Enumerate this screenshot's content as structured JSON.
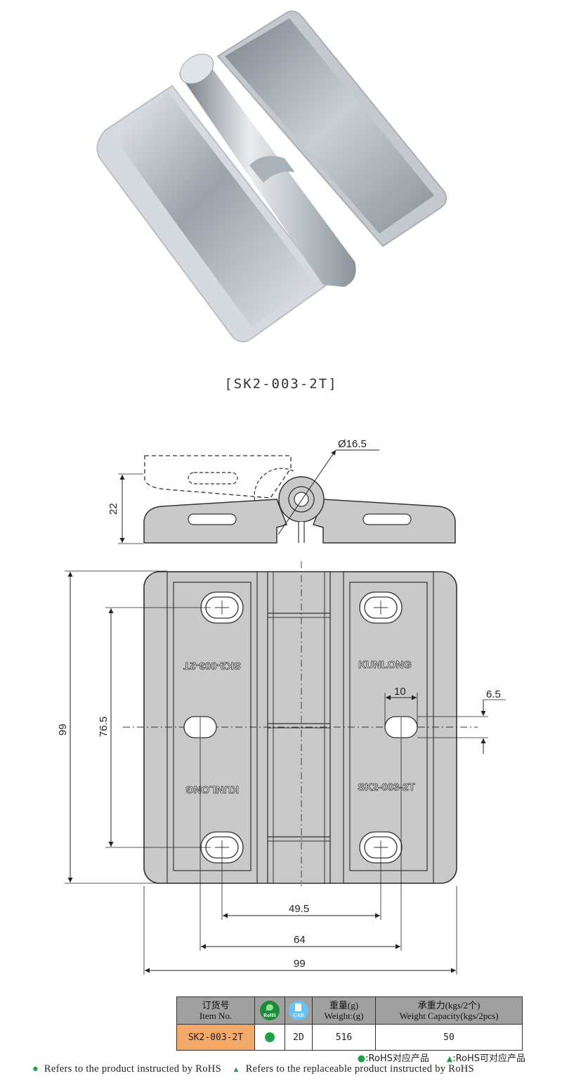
{
  "product": {
    "caption": "[SK2-003-2T]"
  },
  "drawing": {
    "dims": {
      "diameter": "Ø16.5",
      "height": "22",
      "overall_height": "99",
      "hole_spacing_v": "76.5",
      "slot_length": "10",
      "slot_width": "6.5",
      "hole_spacing_inner": "49.5",
      "hole_spacing_outer": "64",
      "overall_width": "99"
    },
    "markings": {
      "brand": "KUNLONG",
      "model": "SK2-003-2T"
    }
  },
  "table": {
    "headers": {
      "item_cn": "订货号",
      "item_en": "Item No.",
      "rohs_icon": "RoHS",
      "cad_icon": "CAD",
      "weight_cn": "重量(g)",
      "weight_en": "Weight:(g)",
      "capacity_cn": "承重力(kgs/2个)",
      "capacity_en": "Weight Capacity(kgs/2pcs)"
    },
    "row": {
      "item_no": "SK2-003-2T",
      "rohs": "green-dot",
      "cad": "2D",
      "weight": "516",
      "capacity": "50"
    }
  },
  "notes": {
    "cn_rohs": ":RoHS对应产品",
    "cn_replace": ":RoHS可对应产品",
    "en_rohs": "Refers to the product instructed by RoHS",
    "en_replace": "Refers to the replaceable product instructed by RoHS"
  },
  "colors": {
    "rohs_green": "#1fa14a",
    "item_cell": "#f2a96a",
    "header_gray": "#a0a0a0",
    "part_gray": "#c9c9c9"
  }
}
